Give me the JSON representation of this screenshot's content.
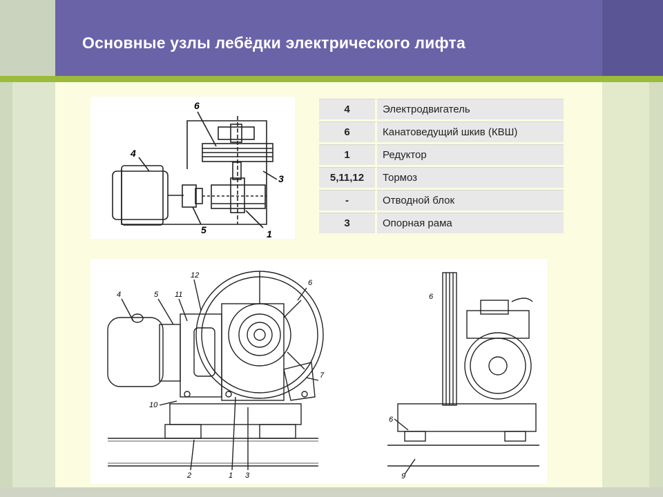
{
  "slide": {
    "title": "Основные узлы лебёдки электрического лифта"
  },
  "legend": [
    {
      "code": "4",
      "name": "Электродвигатель"
    },
    {
      "code": "6",
      "name": "Канатоведущий шкив (КВШ)"
    },
    {
      "code": "1",
      "name": "Редуктор"
    },
    {
      "code": "5,11,12",
      "name": "Тормоз"
    },
    {
      "code": "-",
      "name": "Отводной блок"
    },
    {
      "code": "3",
      "name": "Опорная рама"
    }
  ],
  "schematic": {
    "labels": {
      "l6": "6",
      "l4": "4",
      "l3": "3",
      "l5": "5",
      "l1": "1"
    }
  },
  "drawing_side": {
    "labels": {
      "l4": "4",
      "l5": "5",
      "l11": "11",
      "l12": "12",
      "l6": "6",
      "l7": "7",
      "l10": "10",
      "l2": "2",
      "l1": "1",
      "l3": "3"
    }
  },
  "drawing_front": {
    "labels": {
      "l6a": "6",
      "l6b": "6",
      "l9": "9"
    }
  }
}
